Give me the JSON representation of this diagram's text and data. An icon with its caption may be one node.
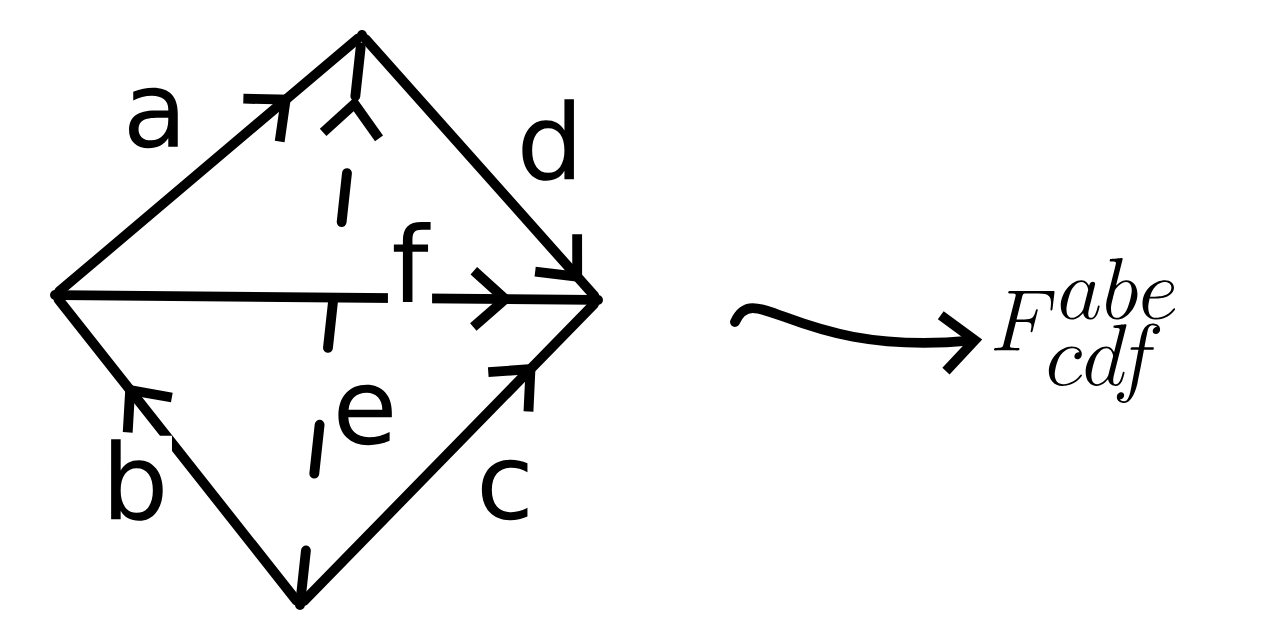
{
  "diagram": {
    "nodes": [
      {
        "text": [],
        "shape": "point"
      },
      {
        "text": [],
        "shape": "point"
      },
      {
        "text": [],
        "shape": "point"
      },
      {
        "text": [],
        "shape": "point"
      },
      {
        "text": [
          "F^{abe}_{cdf}"
        ]
      }
    ],
    "edges": [
      {
        "from": 0,
        "to": 1,
        "arrow": "to",
        "label": "a"
      },
      {
        "from": 1,
        "to": 2,
        "arrow": "to",
        "label": "d"
      },
      {
        "from": 0,
        "to": 2,
        "arrow": "to",
        "label": "f"
      },
      {
        "from": 3,
        "to": 0,
        "arrow": "to",
        "label": "b"
      },
      {
        "from": 3,
        "to": 2,
        "arrow": "to",
        "label": "c"
      },
      {
        "from": 3,
        "to": 1,
        "arrow": "to",
        "label": "e",
        "style": "dashed"
      },
      {
        "from": null,
        "to": 4,
        "arrow": "to"
      }
    ]
  }
}
